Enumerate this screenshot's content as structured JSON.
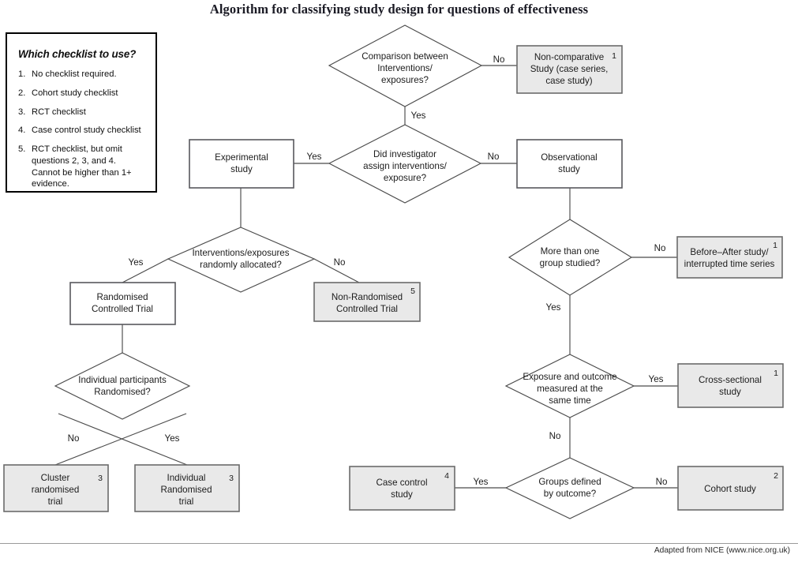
{
  "page": {
    "title": "Algorithm for classifying study design for questions of effectiveness",
    "footer": "Adapted from NICE (www.nice.org.uk)"
  },
  "legend": {
    "heading": "Which checklist to use?",
    "items": [
      {
        "num": "1.",
        "text": "No checklist required."
      },
      {
        "num": "2.",
        "text": "Cohort study checklist"
      },
      {
        "num": "3.",
        "text": "RCT checklist"
      },
      {
        "num": "4.",
        "text": "Case control study checklist"
      },
      {
        "num": "5.",
        "text": "RCT checklist, but omit questions 2, 3, and 4. Cannot be higher than 1+ evidence."
      }
    ]
  },
  "chart_data": {
    "type": "diagram",
    "title": "Algorithm for classifying study design for questions of effectiveness",
    "decisions": [
      {
        "id": "comparison",
        "lines": [
          "Comparison between",
          "Interventions/",
          "exposures?"
        ]
      },
      {
        "id": "assign",
        "lines": [
          "Did investigator",
          "assign interventions/",
          "exposure?"
        ]
      },
      {
        "id": "randomly-allocated",
        "lines": [
          "Interventions/exposures",
          "randomly allocated?"
        ]
      },
      {
        "id": "individual-randomised",
        "lines": [
          "Individual participants",
          "Randomised?"
        ]
      },
      {
        "id": "more-than-one-group",
        "lines": [
          "More than one",
          "group studied?"
        ]
      },
      {
        "id": "same-time",
        "lines": [
          "Exposure and outcome",
          "measured at the",
          "same time"
        ]
      },
      {
        "id": "groups-by-outcome",
        "lines": [
          "Groups defined",
          "by outcome?"
        ]
      }
    ],
    "terminals": [
      {
        "id": "non-comparative",
        "lines": [
          "Non-comparative",
          "Study (case series,",
          "case study)"
        ],
        "badge": "1",
        "shaded": true
      },
      {
        "id": "experimental",
        "lines": [
          "Experimental",
          "study"
        ],
        "badge": "",
        "shaded": false
      },
      {
        "id": "observational",
        "lines": [
          "Observational",
          "study"
        ],
        "badge": "",
        "shaded": false
      },
      {
        "id": "rct",
        "lines": [
          "Randomised",
          "Controlled Trial"
        ],
        "badge": "",
        "shaded": false
      },
      {
        "id": "non-randomised-ct",
        "lines": [
          "Non-Randomised",
          "Controlled Trial"
        ],
        "badge": "5",
        "shaded": true
      },
      {
        "id": "cluster-trial",
        "lines": [
          "Cluster",
          "randomised",
          "trial"
        ],
        "badge": "3",
        "shaded": true
      },
      {
        "id": "individual-trial",
        "lines": [
          "Individual",
          "Randomised",
          "trial"
        ],
        "badge": "3",
        "shaded": true
      },
      {
        "id": "before-after",
        "lines": [
          "Before–After study/",
          "interrupted time series"
        ],
        "badge": "1",
        "shaded": true
      },
      {
        "id": "cross-sectional",
        "lines": [
          "Cross-sectional",
          "study"
        ],
        "badge": "1",
        "shaded": true
      },
      {
        "id": "case-control",
        "lines": [
          "Case control",
          "study"
        ],
        "badge": "4",
        "shaded": true
      },
      {
        "id": "cohort",
        "lines": [
          "Cohort study"
        ],
        "badge": "2",
        "shaded": true
      }
    ],
    "edge_labels": {
      "comparison_no": "No",
      "comparison_yes": "Yes",
      "assign_yes": "Yes",
      "assign_no": "No",
      "allocated_yes": "Yes",
      "allocated_no": "No",
      "individual_no": "No",
      "individual_yes": "Yes",
      "groups_no": "No",
      "groups_yes": "Yes",
      "sametime_yes": "Yes",
      "sametime_no": "No",
      "byoutcome_yes": "Yes",
      "byoutcome_no": "No"
    },
    "colors": {
      "shaded_fill": "#e9e9e9",
      "box_stroke": "#6b6b6b",
      "line": "#4a4a4a",
      "text": "#1c1c1c"
    }
  }
}
